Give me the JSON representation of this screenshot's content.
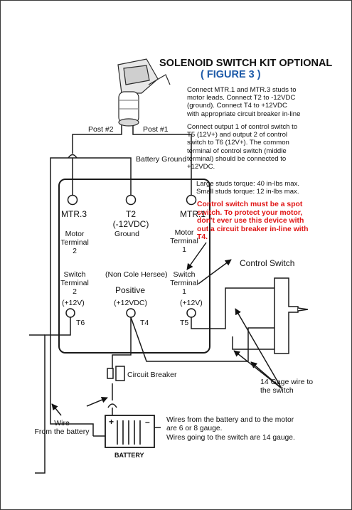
{
  "diagram": {
    "title": "SOLENOID SWITCH KIT OPTIONAL",
    "figure": "( FIGURE 3 )",
    "instructions": [
      "Connect MTR.1 and MTR.3 studs to",
      "motor leads.  Connect T2 to -12VDC",
      "(ground).  Connect T4 to +12VDC",
      "with appropriate circuit breaker in-line"
    ],
    "control_instructions": [
      "Connect output 1 of control switch to",
      "T5 (12V+) and output 2 of control",
      "switch to T6 (12V+).  The common",
      "terminal of control switch (middle",
      "terminal) should be connected to",
      "+12VDC."
    ],
    "torque": [
      "Large studs torque:  40 in-lbs max.",
      "Small studs torque:  12 in-lbs max."
    ],
    "warning": [
      "Control switch must be a spot",
      "switch.  To protect your motor,",
      "don't ever use this device with",
      "out a circuit breaker in-line with",
      "T4."
    ],
    "post2": "Post #2",
    "post1": "Post #1",
    "battery_ground": "Battery Ground",
    "mtr3": "MTR.3",
    "t2": "T2",
    "neg12": "(-12VDC)",
    "mtr1": "MTR.1",
    "motor_terminal_2": [
      "Motor",
      "Terminal",
      "2"
    ],
    "ground": "Ground",
    "motor_terminal_1": [
      "Motor",
      "Terminal",
      "1"
    ],
    "control_switch": "Control Switch",
    "switch_terminal_2": [
      "Switch",
      "Terminal",
      "2"
    ],
    "non_cole": "(Non Cole Hersee)",
    "switch_terminal_1": [
      "Switch",
      "Terminal",
      "1"
    ],
    "positive": "Positive",
    "plus12_left": "(+12V)",
    "plus12_mid": "(+12VDC)",
    "plus12_right": "(+12V)",
    "t6": "T6",
    "t4": "T4",
    "t5": "T5",
    "circuit_breaker": "Circuit Breaker",
    "gage_wire": [
      "14 Gage wire to",
      "the switch"
    ],
    "wire_from_battery": [
      "Wire",
      "From the battery"
    ],
    "battery_plus": "+",
    "battery_minus": "–",
    "battery": "BATTERY",
    "gauge_note": [
      "Wires from the battery and to the motor",
      "are 6 or 8 gauge.",
      "Wires going to the switch are 14 gauge."
    ]
  }
}
